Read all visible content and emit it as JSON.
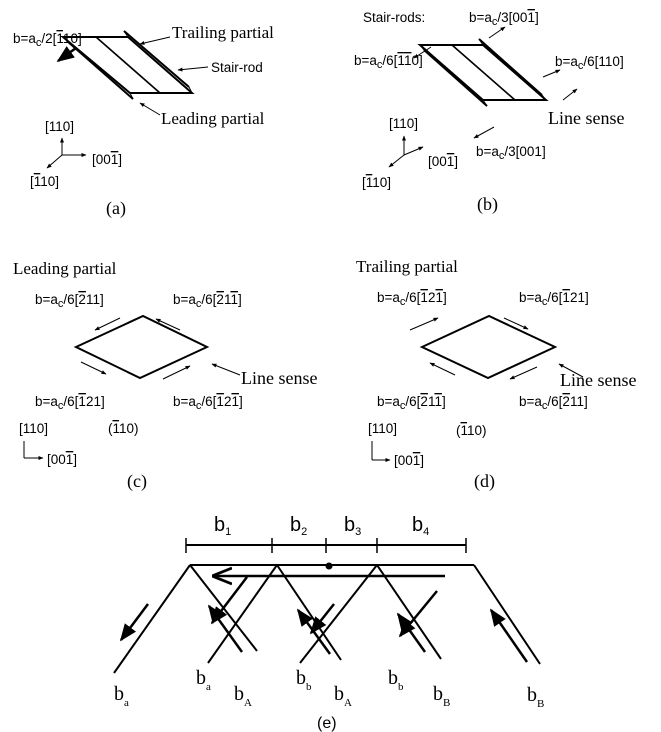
{
  "panel_a": {
    "burgers": "b=a",
    "burgers_sub": "c",
    "burgers_rest": "/2[",
    "burgers_bar": "1",
    "burgers_end": "10]",
    "trailing": "Trailing partial",
    "stair_rod": "Stair-rod",
    "leading": "Leading partial",
    "axis_up_a": "[110]",
    "axis_right_a_pre": "[00",
    "axis_right_a_bar": "1",
    "axis_right_a_end": "]",
    "axis_diag_a_pre": "[",
    "axis_diag_a_bar": "1",
    "axis_diag_a_end": "10]",
    "caption": "(a)"
  },
  "panel_b": {
    "stair_rods": "Stair-rods:",
    "top_pre": "b=a",
    "top_sub": "c",
    "top_rest": "/3[00",
    "top_bar": "1",
    "top_end": "]",
    "left_pre": "b=a",
    "left_sub": "c",
    "left_rest": "/6[",
    "left_bar1": "1",
    "left_bar2": "1",
    "left_end": "0]",
    "right_pre": "b=a",
    "right_sub": "c",
    "right_rest": "/6[110]",
    "line_sense": "Line sense",
    "bottom_pre": "b=a",
    "bottom_sub": "c",
    "bottom_rest": "/3[001]",
    "axis_up_b": "[110]",
    "axis_right_b_pre": "[00",
    "axis_right_b_bar": "1",
    "axis_right_b_end": "]",
    "axis_diag_b_pre": "[",
    "axis_diag_b_bar": "1",
    "axis_diag_b_end": "10]",
    "caption": "(b)"
  },
  "panel_c": {
    "title": "Leading partial",
    "tl_pre": "b=a",
    "tl_sub": "c",
    "tl_rest": "/6[",
    "tl_bar": "2",
    "tl_end": "11]",
    "tr_pre": "b=a",
    "tr_sub": "c",
    "tr_rest": "/6[",
    "tr_bar1": "2",
    "tr_mid": "1",
    "tr_bar2": "1",
    "tr_end": "]",
    "line_sense": "Line sense",
    "bl_pre": "b=a",
    "bl_sub": "c",
    "bl_rest": "/6[",
    "bl_bar": "1",
    "bl_end": "21]",
    "br_pre": "b=a",
    "br_sub": "c",
    "br_rest": "/6[",
    "br_bar1": "1",
    "br_mid": "2",
    "br_bar2": "1",
    "br_end": "]",
    "axis_up": "[110]",
    "plane_pre": "(",
    "plane_bar": "1",
    "plane_end": "10)",
    "axis_right_pre": "[00",
    "axis_right_bar": "1",
    "axis_right_end": "]",
    "caption": "(c)"
  },
  "panel_d": {
    "title": "Trailing partial",
    "tl_pre": "b=a",
    "tl_sub": "c",
    "tl_rest": "/6[",
    "tl_bar1": "1",
    "tl_mid": "2",
    "tl_bar2": "1",
    "tl_end": "]",
    "tr_pre": "b=a",
    "tr_sub": "c",
    "tr_rest": "/6[",
    "tr_bar": "1",
    "tr_end": "21]",
    "line_sense": "Line sense",
    "bl_pre": "b=a",
    "bl_sub": "c",
    "bl_rest": "/6[",
    "bl_bar1": "2",
    "bl_mid": "1",
    "bl_bar2": "1",
    "bl_end": "]",
    "br_pre": "b=a",
    "br_sub": "c",
    "br_rest": "/6[",
    "br_bar": "2",
    "br_end": "11]",
    "axis_up": "[110]",
    "plane_pre": "(",
    "plane_bar": "1",
    "plane_end": "10)",
    "axis_right_pre": "[00",
    "axis_right_bar": "1",
    "axis_right_end": "]",
    "caption": "(d)"
  },
  "panel_e": {
    "b1": "b",
    "b1_sub": "1",
    "b2": "b",
    "b2_sub": "2",
    "b3": "b",
    "b3_sub": "3",
    "b4": "b",
    "b4_sub": "4",
    "ba1": "b",
    "ba1_sub": "a",
    "ba2": "b",
    "ba2_sub": "a",
    "bA1": "b",
    "bA1_sub": "A",
    "bb1": "b",
    "bb1_sub": "b",
    "bA2": "b",
    "bA2_sub": "A",
    "bb2": "b",
    "bb2_sub": "b",
    "bB1": "b",
    "bB1_sub": "B",
    "bB2": "b",
    "bB2_sub": "B",
    "caption": "(e)"
  }
}
